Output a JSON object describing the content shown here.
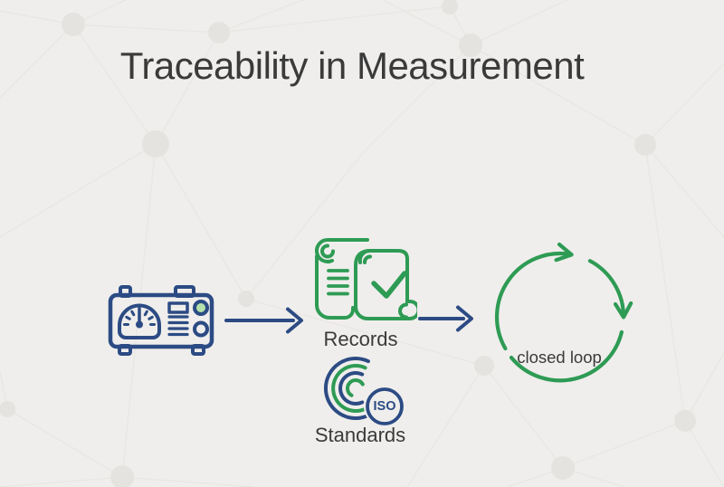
{
  "title": "Traceability in Measurement",
  "flow": {
    "instrument": {
      "icon": "measurement-instrument"
    },
    "records": {
      "label": "Records",
      "icon": "scrolls-with-checkmark"
    },
    "standards": {
      "label": "Standards",
      "badge_label": "ISO",
      "icon": "concentric-arcs-iso"
    },
    "loop": {
      "label": "closed loop",
      "icon": "circular-arrows"
    }
  },
  "colors": {
    "bg": "#efeeec",
    "ink": "#3a3a3a",
    "blue": "#2c4b84",
    "green": "#2e9b54",
    "knob-green": "#b4e2ab",
    "mesh-node": "#e4e3e0",
    "mesh-line": "#e8e7e4"
  }
}
